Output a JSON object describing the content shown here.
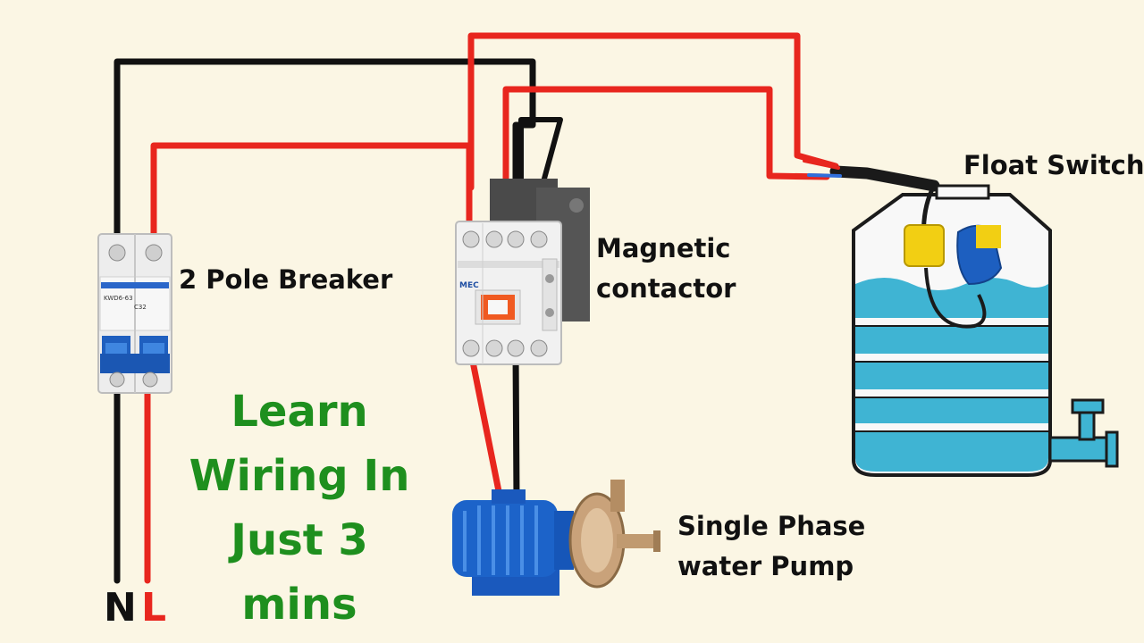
{
  "labels": {
    "breaker": "2 Pole Breaker",
    "contactor_line1": "Magnetic",
    "contactor_line2": "contactor",
    "float_switch": "Float Switch",
    "pump_line1": "Single Phase",
    "pump_line2": "water Pump"
  },
  "headline": {
    "line1": "Learn",
    "line2": "Wiring In",
    "line3": "Just 3",
    "line4": "mins"
  },
  "terminals": {
    "neutral": "N",
    "line": "L"
  },
  "device_text": {
    "breaker_model": "KWD6-63",
    "breaker_rating": "C32",
    "contactor_brand": "MEC"
  },
  "colors": {
    "background": "#fbf6e4",
    "neutral_wire": "#111111",
    "live_wire": "#e8261e",
    "headline": "#1e8f1e",
    "tank_water": "#3fb4d3",
    "pump_body": "#1c63c9",
    "float_yellow": "#f2cf13",
    "float_blue": "#1d5fc0"
  }
}
